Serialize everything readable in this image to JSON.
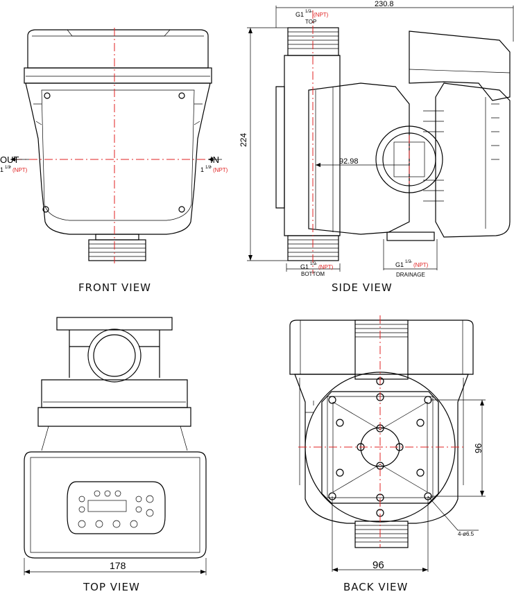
{
  "views": {
    "front": "FRONT VIEW",
    "side": "SIDE VIEW",
    "top": "TOP VIEW",
    "back": "BACK VIEW"
  },
  "front": {
    "out_label": "OUT",
    "in_label": "IN",
    "port_size_whole": "1",
    "port_size_frac": "1/2",
    "port_unit": "\"",
    "npt": "(NPT)"
  },
  "side": {
    "width_dim": "230.8",
    "height_dim": "224",
    "depth_dim": "92.98",
    "top_port": "G1",
    "top_port_frac": "1/2",
    "top_label": "TOP",
    "bottom_port": "G1",
    "bottom_label": "BOTTOM",
    "drain_port": "G1",
    "drain_label": "DRAINAGE",
    "npt": "(NPT)",
    "inch": "\""
  },
  "top": {
    "width_dim": "178"
  },
  "back": {
    "width_dim": "96",
    "height_dim": "96",
    "holes_label": "4-ø6.5"
  }
}
